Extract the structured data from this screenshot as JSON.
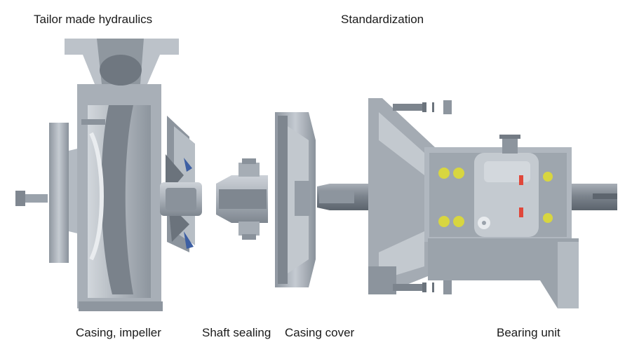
{
  "header": {
    "left": "Tailor made hydraulics",
    "right": "Standardization"
  },
  "components": [
    {
      "label": "Casing, impeller"
    },
    {
      "label": "Shaft sealing"
    },
    {
      "label": "Casing cover"
    },
    {
      "label": "Bearing unit"
    }
  ],
  "colors": {
    "metal_light": "#b9bfc6",
    "metal_mid": "#9aa2ab",
    "metal_dark": "#6f7780",
    "metal_shadow": "#4b535c",
    "bearing_ball": "#d8d640",
    "accent_red": "#e0473a",
    "blue_rim": "#3d5fa3"
  }
}
